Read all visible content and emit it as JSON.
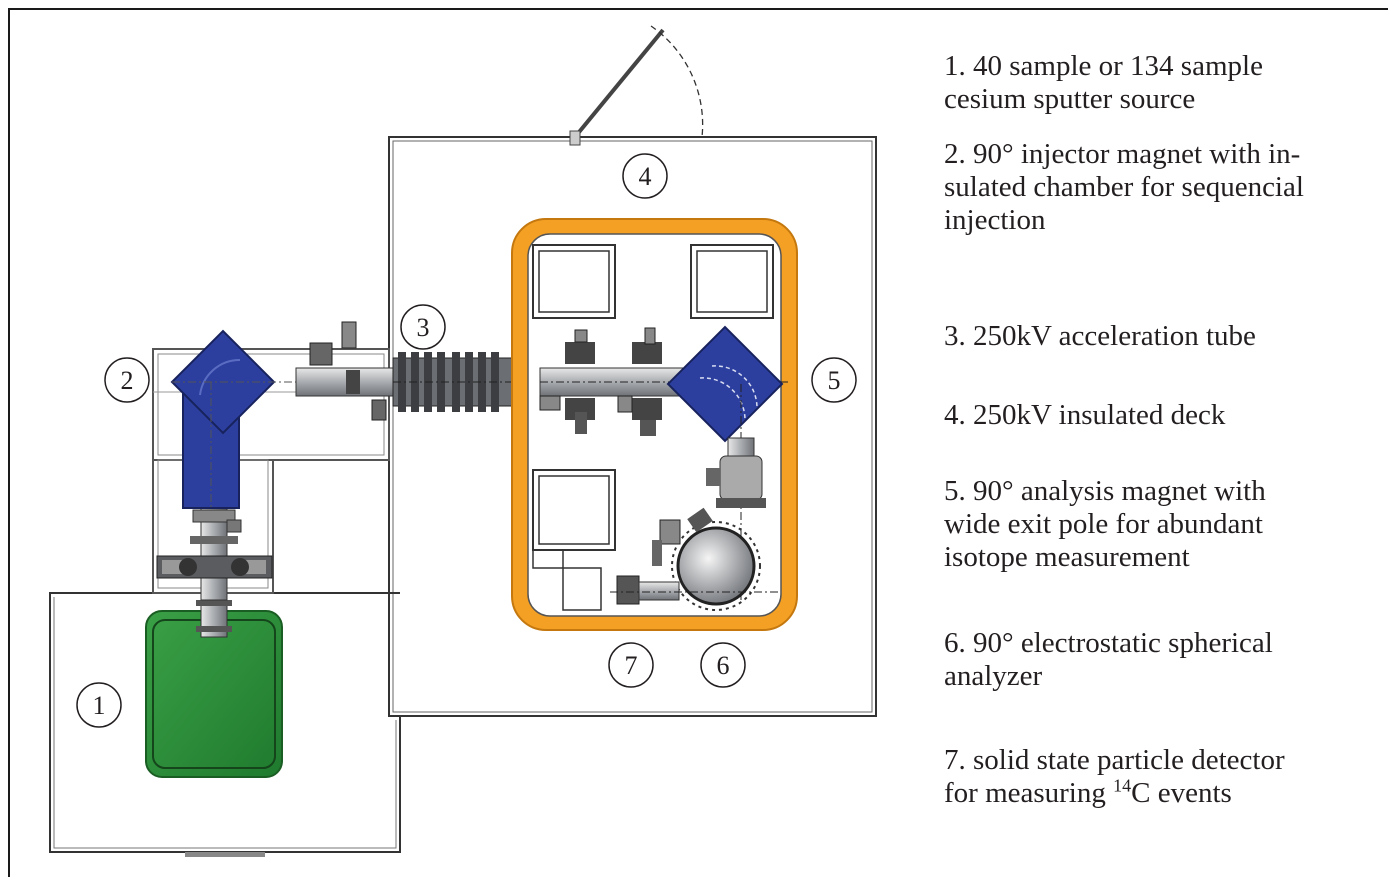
{
  "callouts": [
    "1",
    "2",
    "3",
    "4",
    "5",
    "6",
    "7"
  ],
  "legend": [
    {
      "line1": "1.  40 sample or 134 sample",
      "line2": "cesium sputter source"
    },
    {
      "line1": "2.  90° injector magnet with in-",
      "line2": "sulated chamber for sequencial",
      "line3": "injection"
    },
    {
      "line1": "3.  250kV acceleration tube"
    },
    {
      "line1": "4.  250kV insulated deck"
    },
    {
      "line1": "5.  90° analysis magnet with",
      "line2": "wide exit pole for abundant",
      "line3": "isotope measurement"
    },
    {
      "line1": "6.  90°  electrostatic spherical",
      "line2": "analyzer"
    },
    {
      "line1": "7.  solid state particle detector",
      "line2_pre": "for measuring ",
      "line2_sup": "14",
      "line2_post": "C events"
    }
  ],
  "colors": {
    "magnet_blue": "#2c3f9e",
    "source_green": "#2f8f3a",
    "deck_orange": "#f4a024",
    "frame": "#1a1a1a",
    "steel": "#b9bcc0"
  }
}
